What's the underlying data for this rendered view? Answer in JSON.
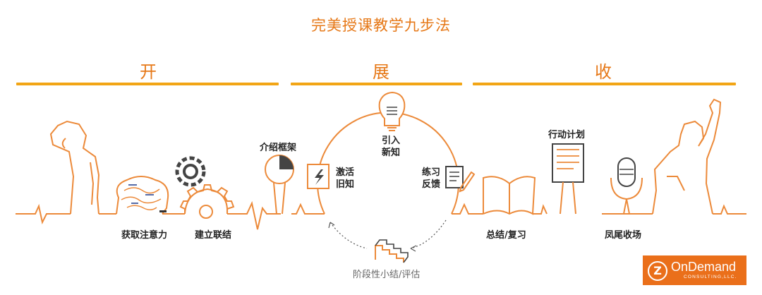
{
  "title": "完美授课教学九步法",
  "phases": {
    "open": "开",
    "develop": "展",
    "close": "收"
  },
  "steps": {
    "attention": "获取注意力",
    "link": "建立联结",
    "framework": "介绍框架",
    "activate": [
      "激活",
      "旧知"
    ],
    "introduce": [
      "引入",
      "新知"
    ],
    "practice": [
      "练习",
      "反馈"
    ],
    "stage_eval": "阶段性小结/评估",
    "summary": "总结/复习",
    "action": "行动计划",
    "ending": "凤尾收场"
  },
  "logo": {
    "name": "OnDemand",
    "sub": "CONSULTING,LLC.",
    "mark": "Z"
  },
  "colors": {
    "accent": "#e67817",
    "bar": "#f2a515",
    "line": "#ec8a3a",
    "logo_bg": "#ea6f1a"
  }
}
